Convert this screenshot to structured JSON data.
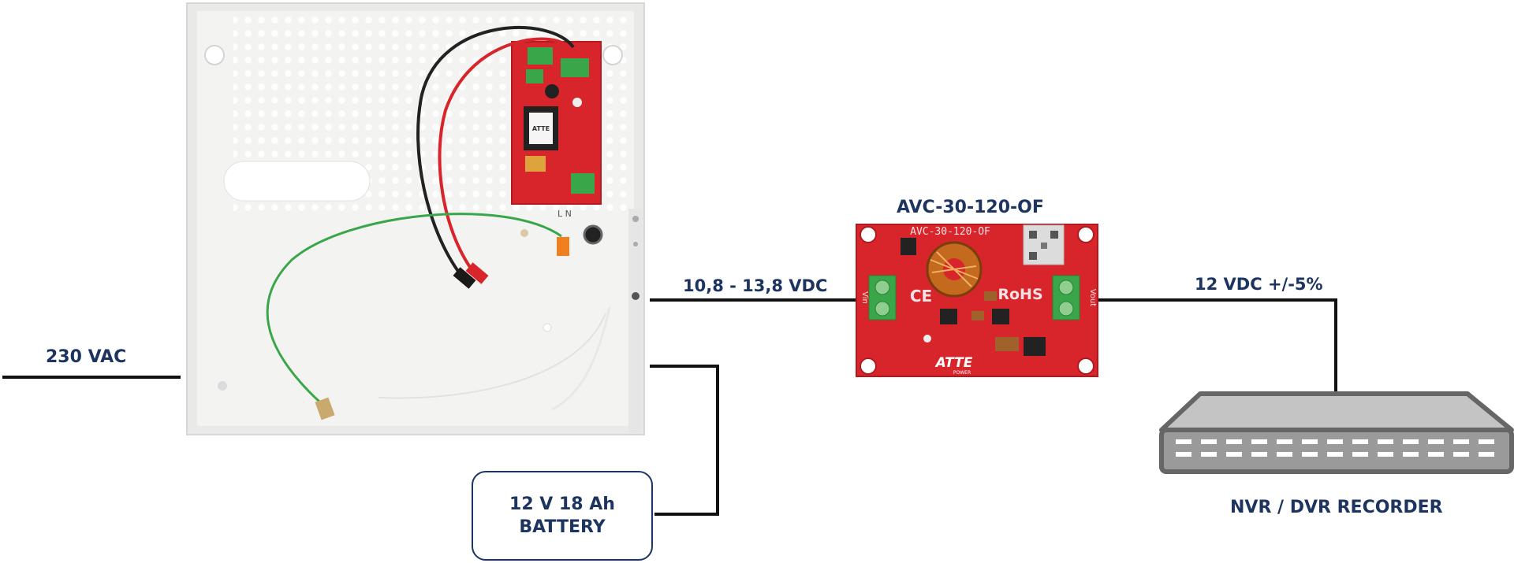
{
  "labels": {
    "input_voltage": "230 VAC",
    "psu_output": "10,8 - 13,8 VDC",
    "converter_name": "AVC-30-120-OF",
    "converter_output": "12 VDC +/-5%",
    "recorder": "NVR / DVR RECORDER"
  },
  "battery": {
    "line1": "12 V 18 Ah",
    "line2": "BATTERY"
  },
  "board_markings": {
    "converter_silkscreen": "AVC-30-120-OF",
    "rohs": "RoHS",
    "ce": "CE",
    "vin": "Vin",
    "vout": "Vout",
    "brand": "ATTE",
    "brand_sub": "POWER",
    "psu_terminal": "L N",
    "psu_brand": "ATTE"
  },
  "colors": {
    "text": "#1d3461",
    "wire": "#111111",
    "pcb_red": "#d8242b",
    "terminal_green": "#3aa64a",
    "enclosure": "#f1f1f0",
    "recorder_gray": "#c4c4c4"
  }
}
